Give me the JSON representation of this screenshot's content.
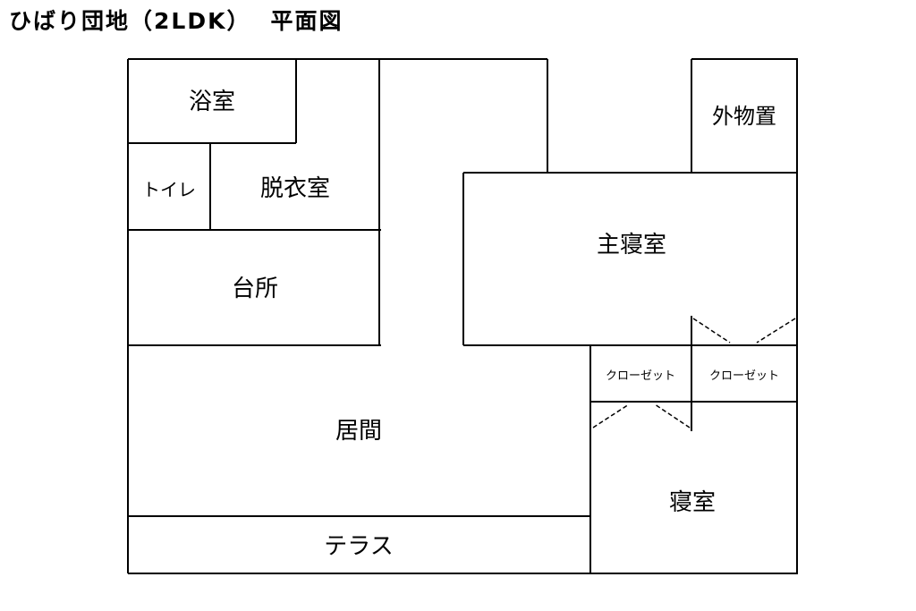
{
  "title": {
    "name": "ひばり団地（2LDK）",
    "subtitle": "平面図"
  },
  "rooms": {
    "bath": "浴室",
    "toilet": "トイレ",
    "dressing": "脱衣室",
    "kitchen": "台所",
    "storage": "外物置",
    "master_bedroom": "主寝室",
    "closet_left": "クローゼット",
    "closet_right": "クローゼット",
    "living": "居間",
    "bedroom": "寝室",
    "terrace": "テラス"
  },
  "colors": {
    "line": "#000000",
    "background": "#ffffff"
  }
}
